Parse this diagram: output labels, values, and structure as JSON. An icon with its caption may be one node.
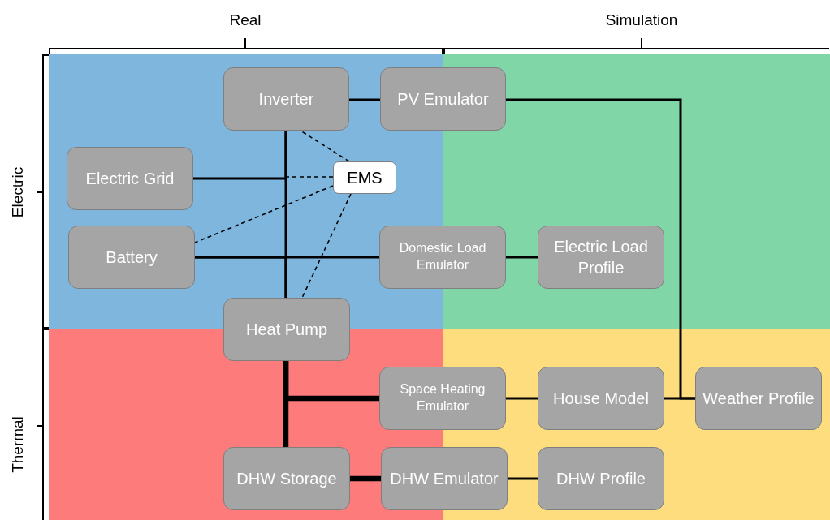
{
  "diagram": {
    "nodes": [
      {
        "text": [
          "Inverter"
        ]
      },
      {
        "text": [
          "PV Emulator"
        ]
      },
      {
        "text": [
          "Electric Grid"
        ]
      },
      {
        "text": [
          "EMS"
        ]
      },
      {
        "text": [
          "Battery"
        ]
      },
      {
        "text": [
          "Domestic Load Emulator"
        ]
      },
      {
        "text": [
          "Electric Load Profile"
        ]
      },
      {
        "text": [
          "Heat Pump"
        ]
      },
      {
        "text": [
          "Space Heating Emulator"
        ]
      },
      {
        "text": [
          "House Model"
        ]
      },
      {
        "text": [
          "Weather Profile"
        ]
      },
      {
        "text": [
          "DHW Storage"
        ]
      },
      {
        "text": [
          "DHW Emulator"
        ]
      },
      {
        "text": [
          "DHW Profile"
        ]
      }
    ],
    "edges": [
      {
        "from": 0,
        "to": 1,
        "arrow": "none"
      },
      {
        "from": 0,
        "to": 7,
        "arrow": "none"
      },
      {
        "from": 2,
        "to": 0,
        "arrow": "none"
      },
      {
        "from": 4,
        "to": 5,
        "arrow": "none"
      },
      {
        "from": 4,
        "to": 7,
        "arrow": "none"
      },
      {
        "from": 5,
        "to": 6,
        "arrow": "none"
      },
      {
        "from": 1,
        "to": 10,
        "arrow": "none"
      },
      {
        "from": 9,
        "to": 10,
        "arrow": "none"
      },
      {
        "from": 7,
        "to": 11,
        "arrow": "none",
        "style": "thick"
      },
      {
        "from": 7,
        "to": 8,
        "arrow": "none",
        "style": "thick"
      },
      {
        "from": 8,
        "to": 9,
        "arrow": "none"
      },
      {
        "from": 11,
        "to": 12,
        "arrow": "none",
        "style": "thick"
      },
      {
        "from": 12,
        "to": 13,
        "arrow": "none"
      },
      {
        "from": 3,
        "to": 0,
        "arrow": "none",
        "style": "dashed"
      },
      {
        "from": 3,
        "to": null,
        "arrow": "none",
        "style": "dashed"
      },
      {
        "from": 3,
        "to": 4,
        "arrow": "none",
        "style": "dashed"
      },
      {
        "from": 3,
        "to": 7,
        "arrow": "none",
        "style": "dashed"
      }
    ],
    "labels": [
      "Real",
      "Simulation",
      "Electric",
      "Thermal"
    ]
  }
}
